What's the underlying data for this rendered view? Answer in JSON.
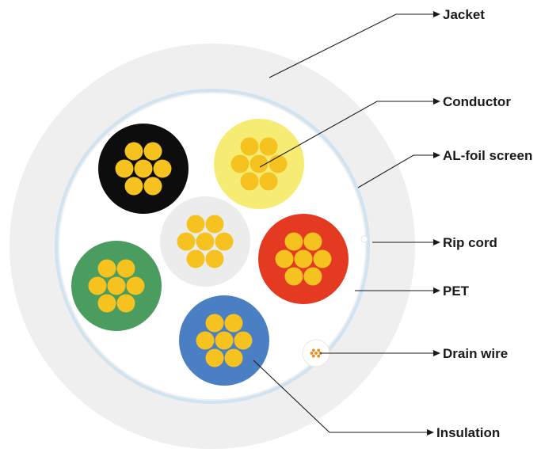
{
  "labels": {
    "jacket": "Jacket",
    "conductor": "Conductor",
    "al_foil_screen": "AL-foil screen",
    "rip_cord": "Rip cord",
    "pet": "PET",
    "drain_wire": "Drain wire",
    "insulation": "Insulation"
  },
  "colors": {
    "jacket": "#efefef",
    "foil_ring": "#cfe3f0",
    "pet_fill": "#ffffff",
    "conductor_strand": "#f6c21f",
    "drain_strand": "#f08a1c",
    "insulation_black": "#0d0d0d",
    "insulation_yellow": "#f7ec73",
    "insulation_gray": "#ececec",
    "insulation_red": "#e53a22",
    "insulation_green": "#4a9c5f",
    "insulation_blue": "#4a7fc4",
    "leader_line": "#1a1a1a"
  },
  "cores": [
    {
      "name": "black-core",
      "color": "insulation_black"
    },
    {
      "name": "yellow-core",
      "color": "insulation_yellow"
    },
    {
      "name": "gray-core",
      "color": "insulation_gray"
    },
    {
      "name": "red-core",
      "color": "insulation_red"
    },
    {
      "name": "green-core",
      "color": "insulation_green"
    },
    {
      "name": "blue-core",
      "color": "insulation_blue"
    }
  ]
}
